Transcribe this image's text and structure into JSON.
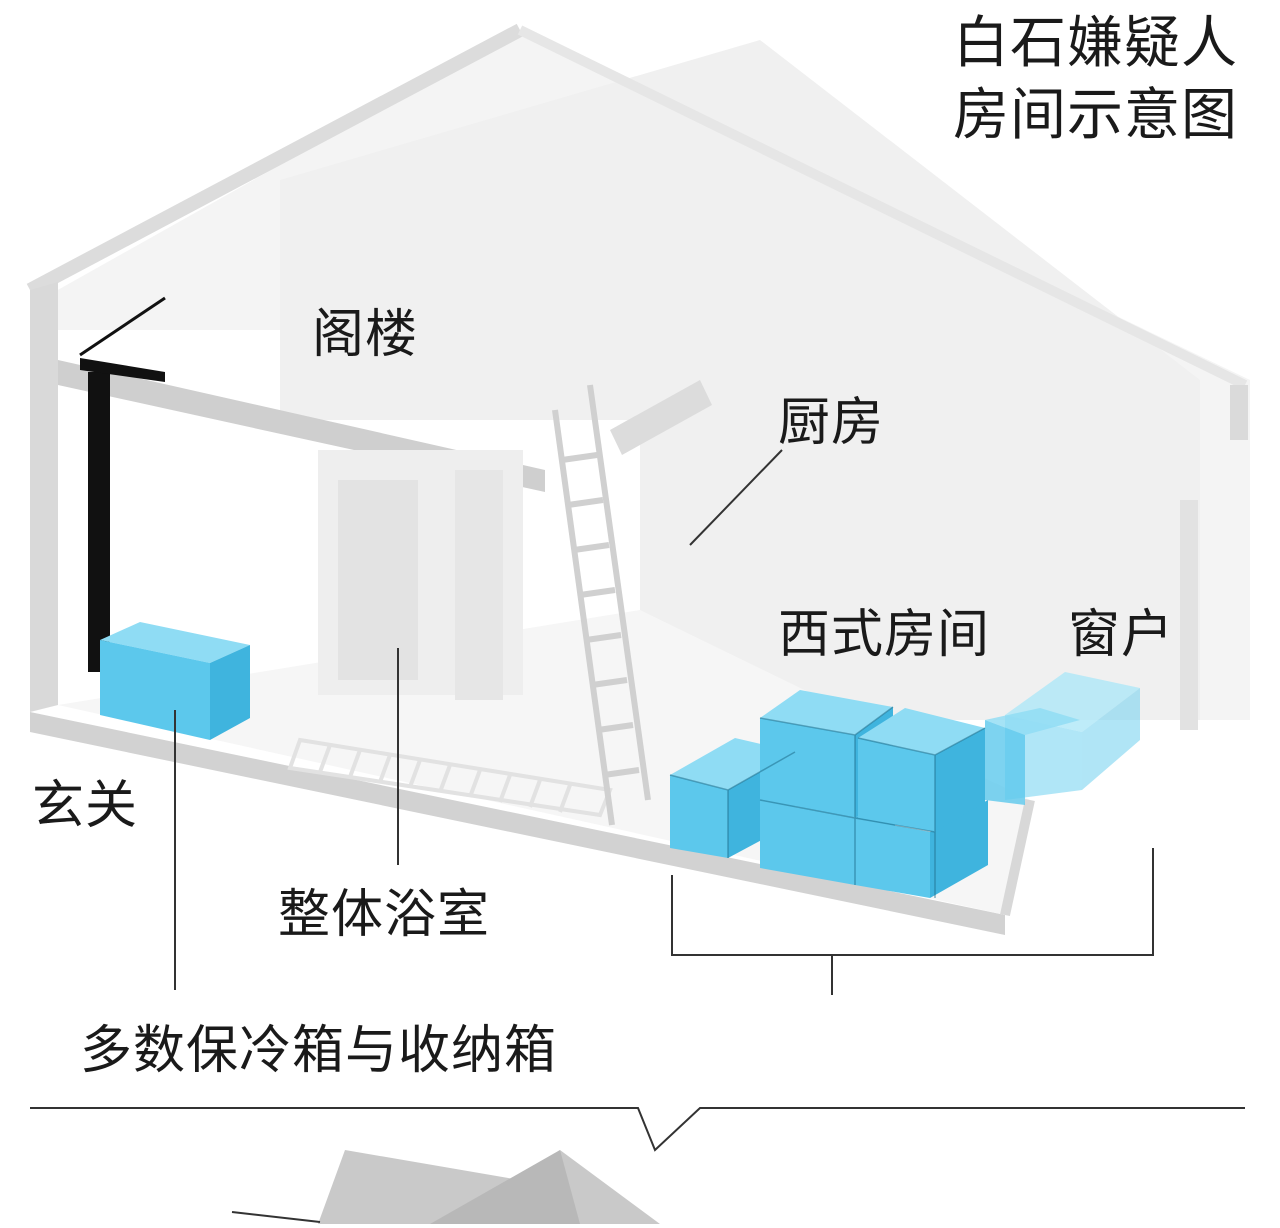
{
  "title": {
    "line1": "白石嫌疑人",
    "line2": "房间示意图"
  },
  "labels": {
    "attic": "阁楼",
    "kitchen": "厨房",
    "western_room": "西式房间",
    "window": "窗户",
    "entrance": "玄关",
    "unit_bath": "整体浴室",
    "boxes": "多数保冷箱与收纳箱"
  },
  "colors": {
    "box_fill": "#5cc8ec",
    "box_top": "#8fdcf4",
    "box_side": "#3fb4de",
    "wall": "#d4d4d4",
    "door": "#111111"
  }
}
